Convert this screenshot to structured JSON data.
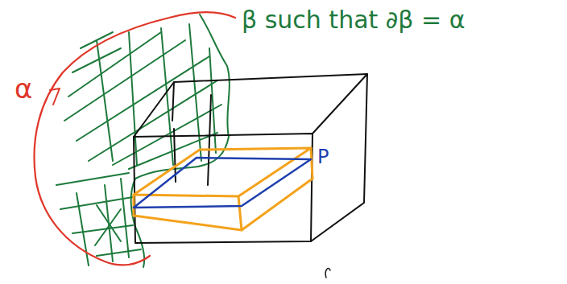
{
  "diagram": {
    "labels": [
      "β such that ∂β = α",
      "α",
      "P"
    ]
  }
}
